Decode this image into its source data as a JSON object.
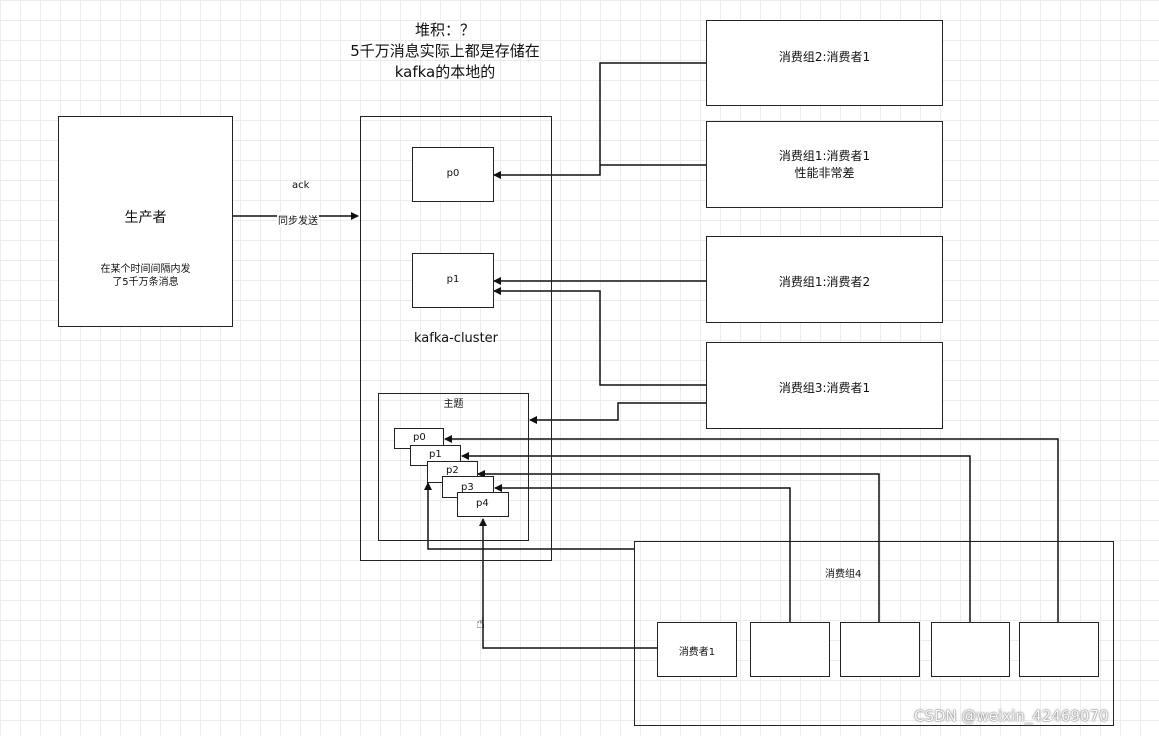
{
  "heading": {
    "line1": "堆积：？",
    "line2": "5千万消息实际上都是存储在",
    "line3": "kafka的本地的"
  },
  "producer": {
    "title": "生产者",
    "desc_line1": "在某个时间间隔内发",
    "desc_line2": "了5千万条消息"
  },
  "edge_labels": {
    "ack": "ack",
    "sync_send": "同步发送"
  },
  "cluster": {
    "label": "kafka-cluster",
    "partitions": [
      "p0",
      "p1"
    ]
  },
  "topic": {
    "label": "主题",
    "partitions": [
      "p0",
      "p1",
      "p2",
      "p3",
      "p4"
    ]
  },
  "consumers_right": [
    {
      "line1": "消费组2:消费者1",
      "line2": ""
    },
    {
      "line1": "消费组1:消费者1",
      "line2": "性能非常差"
    },
    {
      "line1": "消费组1:消费者2",
      "line2": ""
    },
    {
      "line1": "消费组3:消费者1",
      "line2": ""
    }
  ],
  "group4": {
    "label": "消费组4",
    "consumers": [
      "消费者1",
      "",
      "",
      "",
      ""
    ]
  },
  "watermark": "CSDN @weixin_42469070"
}
